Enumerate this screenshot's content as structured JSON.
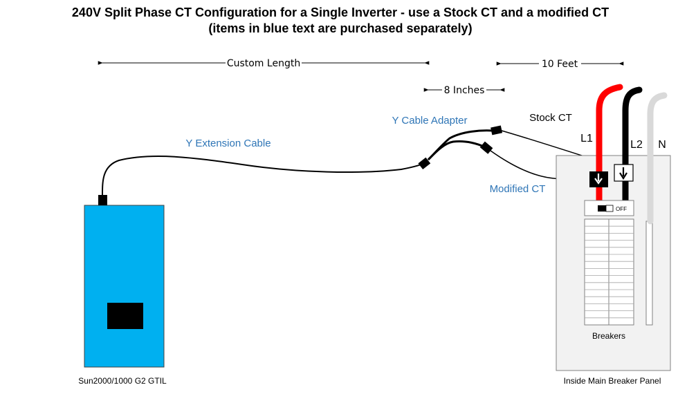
{
  "title": {
    "line1": "240V Split Phase CT Configuration for a Single Inverter - use a Stock CT and a modified CT",
    "line2": "(items in blue text are purchased separately)"
  },
  "dimensions": {
    "custom_length": "Custom Length",
    "eight_inches": "8 Inches",
    "ten_feet": "10 Feet"
  },
  "labels": {
    "y_extension_cable": "Y Extension Cable",
    "y_cable_adapter": "Y Cable Adapter",
    "stock_ct": "Stock CT",
    "modified_ct": "Modified CT",
    "l1": "L1",
    "l2": "L2",
    "n": "N",
    "off": "OFF",
    "breakers": "Breakers",
    "inverter": "Sun2000/1000 G2 GTIL",
    "panel": "Inside Main Breaker Panel"
  },
  "colors": {
    "inverter_fill": "#00b0f0",
    "blue_text": "#2e75b6",
    "l1_wire": "#ff0000",
    "l2_wire": "#000000",
    "n_wire": "#d9d9d9",
    "panel_fill": "#f2f2f2"
  }
}
